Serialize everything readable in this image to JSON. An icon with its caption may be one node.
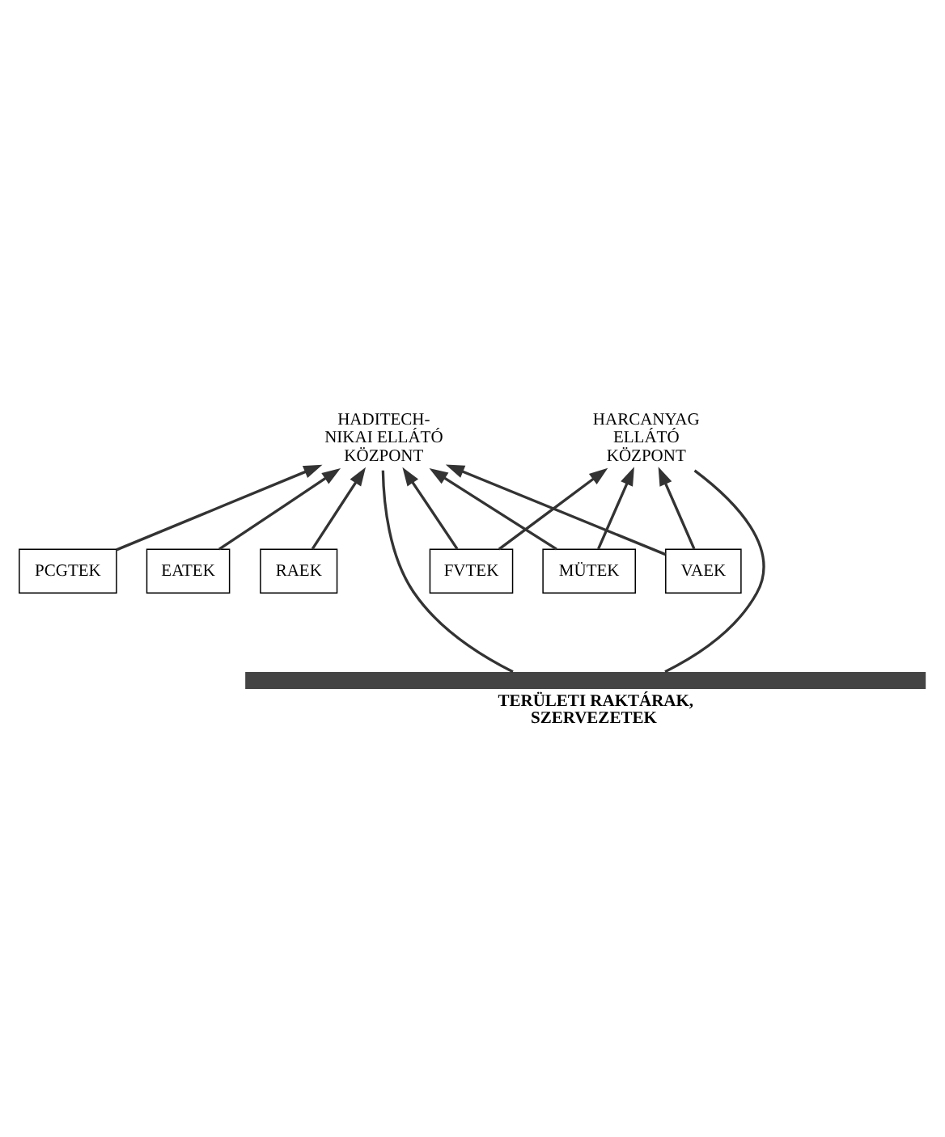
{
  "diagram": {
    "nodes": [
      {
        "text": [
          "HADITECH- NIKAI ELLÁTÓ KÖZPONT"
        ]
      },
      {
        "text": [
          "FVTEK"
        ]
      },
      {
        "text": [
          "PCGTEK"
        ]
      },
      {
        "text": [
          "EATEK"
        ]
      },
      {
        "text": [
          "RAEK"
        ]
      },
      {
        "text": [
          "MÜTEK"
        ]
      },
      {
        "text": [
          "VAEK"
        ]
      },
      {
        "text": [
          "HARCANYAG ELLÁTÓ KÖZPONT"
        ]
      },
      {
        "text": [
          "TERÜLETI RAKTÁRAK, SZERVEZETEK"
        ]
      }
    ],
    "edges": [
      {
        "from": 1,
        "to": 0,
        "arrow": "to"
      },
      {
        "from": 2,
        "to": 0,
        "arrow": "to"
      },
      {
        "from": 3,
        "to": 0,
        "arrow": "to"
      },
      {
        "from": 4,
        "to": 0,
        "arrow": "to"
      },
      {
        "from": 5,
        "to": 0,
        "arrow": "to"
      },
      {
        "from": 6,
        "to": 0,
        "arrow": "to"
      },
      {
        "from": 1,
        "to": 7,
        "arrow": "to"
      },
      {
        "from": 5,
        "to": 7,
        "arrow": "to"
      },
      {
        "from": 6,
        "to": 7,
        "arrow": "to"
      },
      {
        "from": 8,
        "to": 0,
        "arrow": "none"
      },
      {
        "from": 8,
        "to": 7,
        "arrow": "none"
      }
    ]
  }
}
